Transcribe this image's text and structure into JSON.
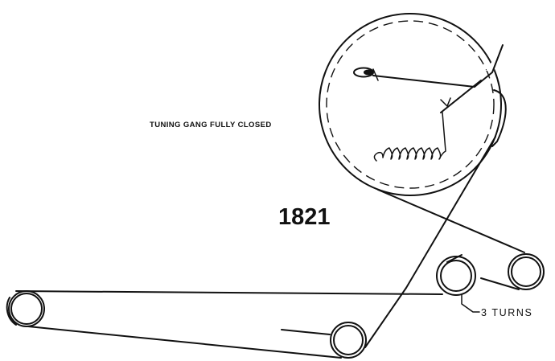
{
  "diagram": {
    "caption": "TUNING GANG FULLY CLOSED",
    "model_number": "1821",
    "pulley_callout": "3 TURNS"
  }
}
